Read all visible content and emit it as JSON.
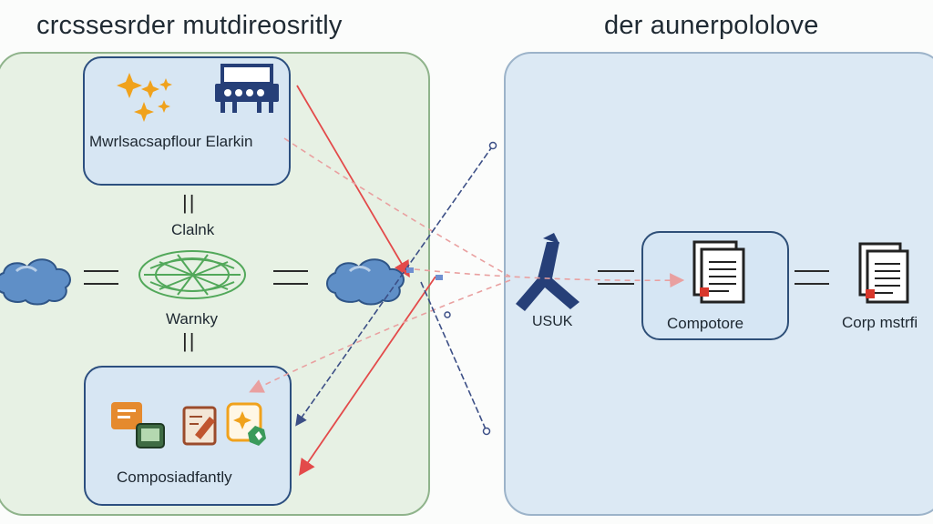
{
  "titles": {
    "left": "crcssesrder mutdireosritly",
    "right": "der aunerpololove"
  },
  "left_panel": {
    "top_box_label": "Mwrlsacsapflour Elarkin",
    "top_box_icons": [
      "sparkle-icon",
      "server-rack-icon"
    ],
    "upper_link_label": "Clalnk",
    "hub_label": "Warnky",
    "bottom_box_label": "Composiadfantly",
    "bottom_box_icons": [
      "chat-window-icon",
      "edit-document-icon",
      "sparkle-badge-icon"
    ],
    "side_icons": [
      "cloud-icon",
      "network-hub-icon",
      "cloud-icon"
    ]
  },
  "right_panel": {
    "entry_label": "USUK",
    "entry_icon": "split-arrow-icon",
    "box_label": "Compotore",
    "output_label": "Corp mstrfi",
    "document_icons": [
      "document-icon",
      "document-icon"
    ]
  },
  "colors": {
    "left_panel_fill": "#e7f1e4",
    "right_panel_fill": "#dce9f4",
    "box_border": "#2c4f7f",
    "arrow_red": "#e34a4a",
    "arrow_dashed_pink": "#e9a0a0",
    "line_navy": "#3c4f86"
  }
}
